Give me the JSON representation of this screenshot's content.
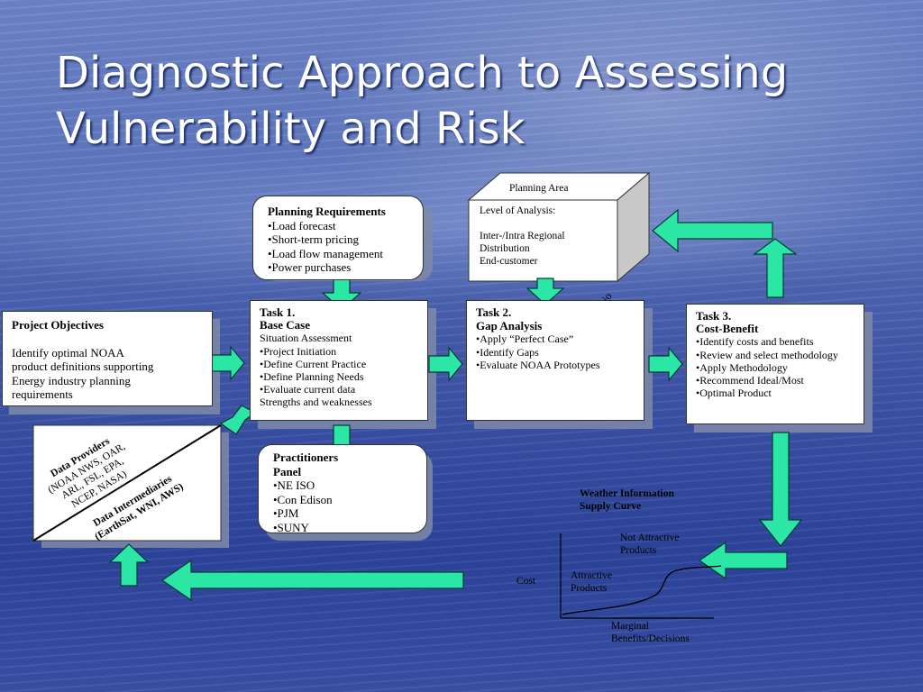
{
  "slide": {
    "title_line1": "Diagnostic Approach to Assessing",
    "title_line2": "Vulnerability and Risk"
  },
  "planning_requirements": {
    "heading": "Planning Requirements",
    "items": [
      "•Load forecast",
      "•Short-term pricing",
      "•Load flow management",
      "•Power purchases"
    ]
  },
  "planning_area": {
    "top_label": "Planning Area",
    "side_label": "Scenario",
    "line1": "Level of Analysis:",
    "line2": "Inter-/Intra Regional",
    "line3": "Distribution",
    "line4": "End-customer"
  },
  "project_objectives": {
    "heading": "Project  Objectives",
    "line1": "Identify optimal NOAA",
    "line2": "product definitions supporting",
    "line3": "Energy industry planning",
    "line4": "requirements"
  },
  "task1": {
    "title1": "Task 1.",
    "title2": "Base Case",
    "items": [
      "Situation Assessment",
      "•Project Initiation",
      "•Define Current Practice",
      "•Define Planning Needs",
      "•Evaluate current data",
      "Strengths and weaknesses"
    ]
  },
  "task2": {
    "title1": "Task 2.",
    "title2": "Gap Analysis",
    "items": [
      "•Apply “Perfect Case”",
      "•Identify Gaps",
      "•Evaluate NOAA Prototypes"
    ]
  },
  "task3": {
    "title1": "Task 3.",
    "title2": "Cost-Benefit",
    "items": [
      "•Identify costs and benefits",
      "•Review and select methodology",
      "•Apply Methodology",
      "•Recommend Ideal/Most",
      "•Optimal Product"
    ]
  },
  "data_box": {
    "providers_heading": "Data Providers",
    "providers_line1": "(NOAA NWS, OAR,",
    "providers_line2": "ARL, FSL, EPA,",
    "providers_line3": "NCEP, NASA)",
    "intermediaries_heading": "Data Intermediaries",
    "intermediaries_line": "(EarthSat, WNI, AWS)"
  },
  "practitioners": {
    "heading1": "Practitioners",
    "heading2": "Panel",
    "items": [
      "•NE ISO",
      "•Con Edison",
      "•PJM",
      "•SUNY"
    ]
  },
  "supply_curve": {
    "title1": "Weather Information",
    "title2": "Supply Curve",
    "not_attractive1": "Not Attractive",
    "not_attractive2": "Products",
    "attractive1": "Attractive",
    "attractive2": "Products",
    "y_label": "Cost",
    "x_label1": "Marginal",
    "x_label2": "Benefits/Decisions"
  },
  "colors": {
    "arrow_fill": "#2ce6a6",
    "arrow_stroke": "#0a3a33",
    "box_shadow": "#7f8aa8",
    "title_text": "#ffffff"
  }
}
